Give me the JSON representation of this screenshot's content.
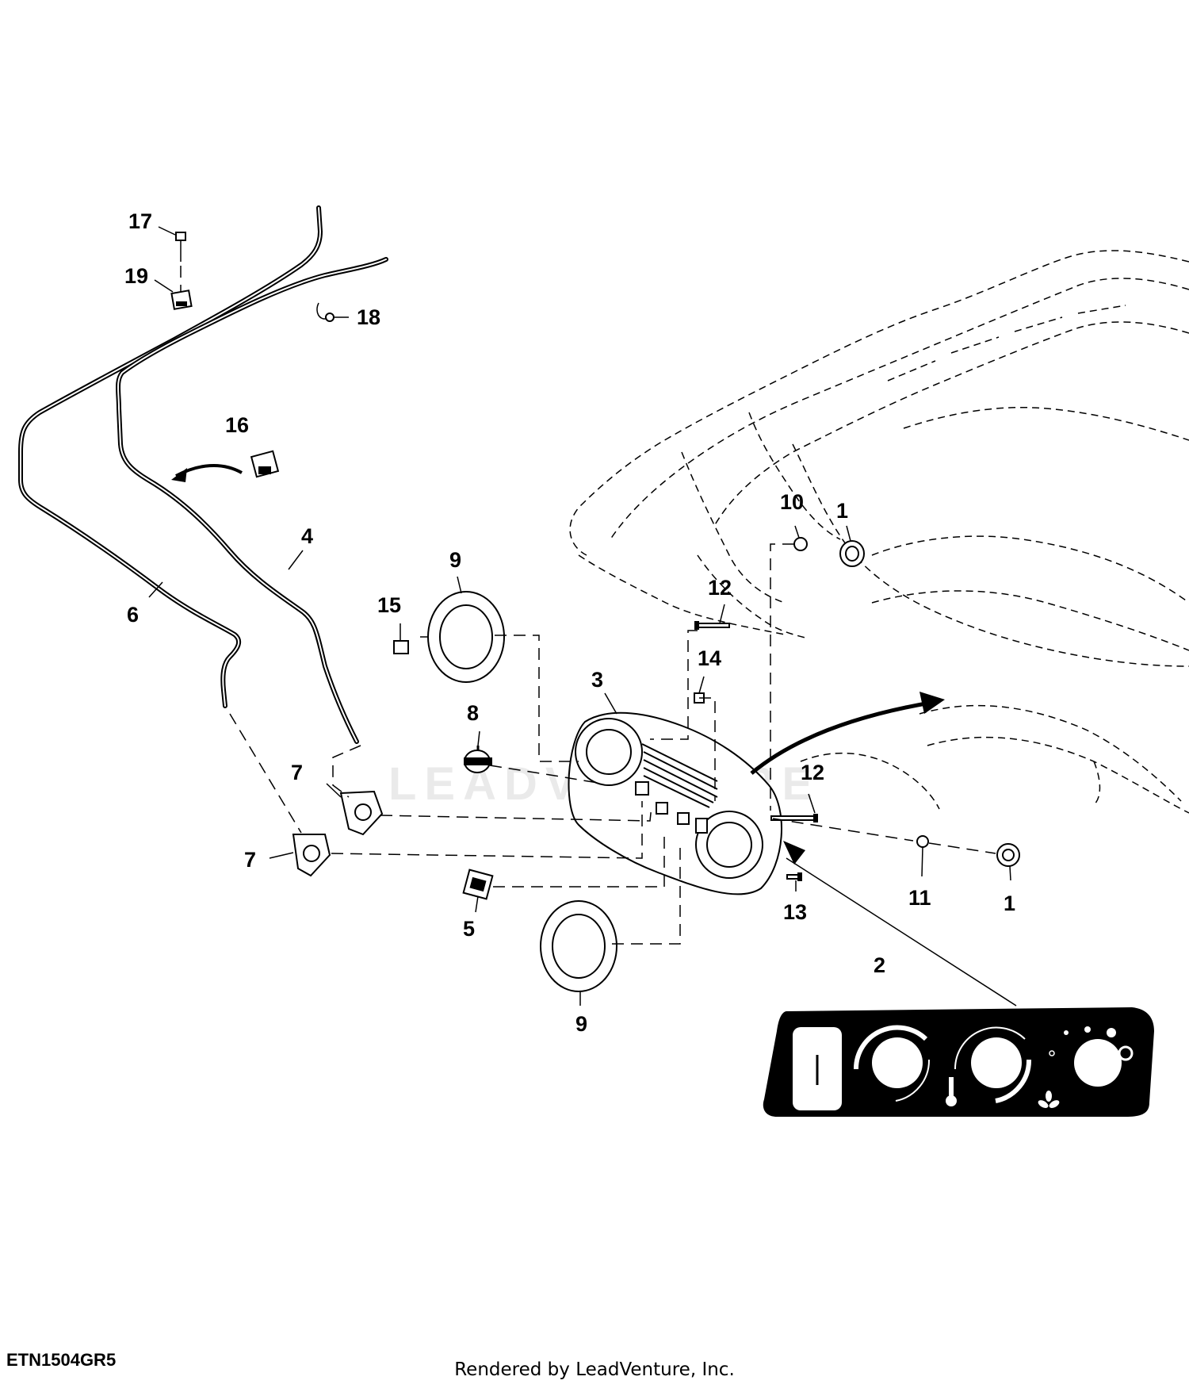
{
  "figure_code": "ETN1504GR5",
  "credit": "Rendered by LeadVenture, Inc.",
  "watermark_text": "LEADVENTURE",
  "callouts": {
    "c1a": "1",
    "c1b": "1",
    "c2": "2",
    "c3": "3",
    "c4": "4",
    "c5": "5",
    "c6": "6",
    "c7a": "7",
    "c7b": "7",
    "c8": "8",
    "c9a": "9",
    "c9b": "9",
    "c10": "10",
    "c11": "11",
    "c12a": "12",
    "c12b": "12",
    "c13": "13",
    "c14": "14",
    "c15": "15",
    "c16": "16",
    "c17": "17",
    "c18": "18",
    "c19": "19"
  },
  "icons": [
    "grommet-icon",
    "control-decal-icon",
    "control-panel-icon",
    "cable-icon",
    "switch-icon",
    "clip-icon",
    "thermostat-icon",
    "bezel-ring-icon",
    "nut-icon",
    "screw-icon",
    "arrow-icon"
  ]
}
